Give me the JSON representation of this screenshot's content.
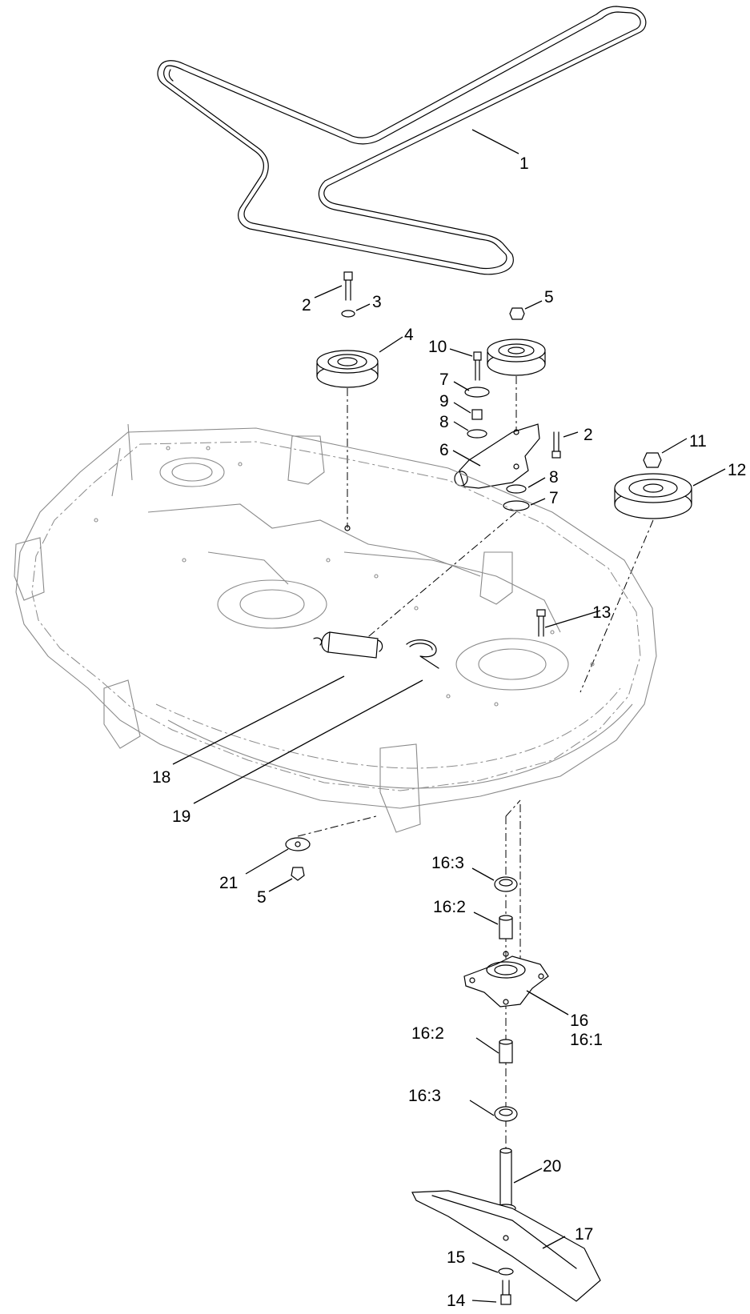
{
  "callouts": [
    {
      "id": "belt",
      "label": "1"
    },
    {
      "id": "bolt-left",
      "label": "2"
    },
    {
      "id": "washer-left",
      "label": "3"
    },
    {
      "id": "idler-pulley",
      "label": "4"
    },
    {
      "id": "nut-top",
      "label": "5"
    },
    {
      "id": "bolt-10",
      "label": "10"
    },
    {
      "id": "washer-7a",
      "label": "7"
    },
    {
      "id": "spacer-9",
      "label": "9"
    },
    {
      "id": "washer-8a",
      "label": "8"
    },
    {
      "id": "bolt-right",
      "label": "2"
    },
    {
      "id": "idler-arm",
      "label": "6"
    },
    {
      "id": "washer-8b",
      "label": "8"
    },
    {
      "id": "washer-7b",
      "label": "7"
    },
    {
      "id": "nut-11",
      "label": "11"
    },
    {
      "id": "spindle-pulley",
      "label": "12"
    },
    {
      "id": "stud-13",
      "label": "13"
    },
    {
      "id": "spring-18",
      "label": "18"
    },
    {
      "id": "rod-19",
      "label": "19"
    },
    {
      "id": "washer-21",
      "label": "21"
    },
    {
      "id": "nut-bottom",
      "label": "5"
    },
    {
      "id": "bearing-top",
      "label": "16:3"
    },
    {
      "id": "spacer-top",
      "label": "16:2"
    },
    {
      "id": "spindle-housing",
      "label": "16"
    },
    {
      "id": "spindle-housing-sub",
      "label": "16:1"
    },
    {
      "id": "spacer-bottom",
      "label": "16:2"
    },
    {
      "id": "bearing-bottom",
      "label": "16:3"
    },
    {
      "id": "spindle-shaft",
      "label": "20"
    },
    {
      "id": "blade",
      "label": "17"
    },
    {
      "id": "washer-15",
      "label": "15"
    },
    {
      "id": "bolt-14",
      "label": "14"
    }
  ]
}
